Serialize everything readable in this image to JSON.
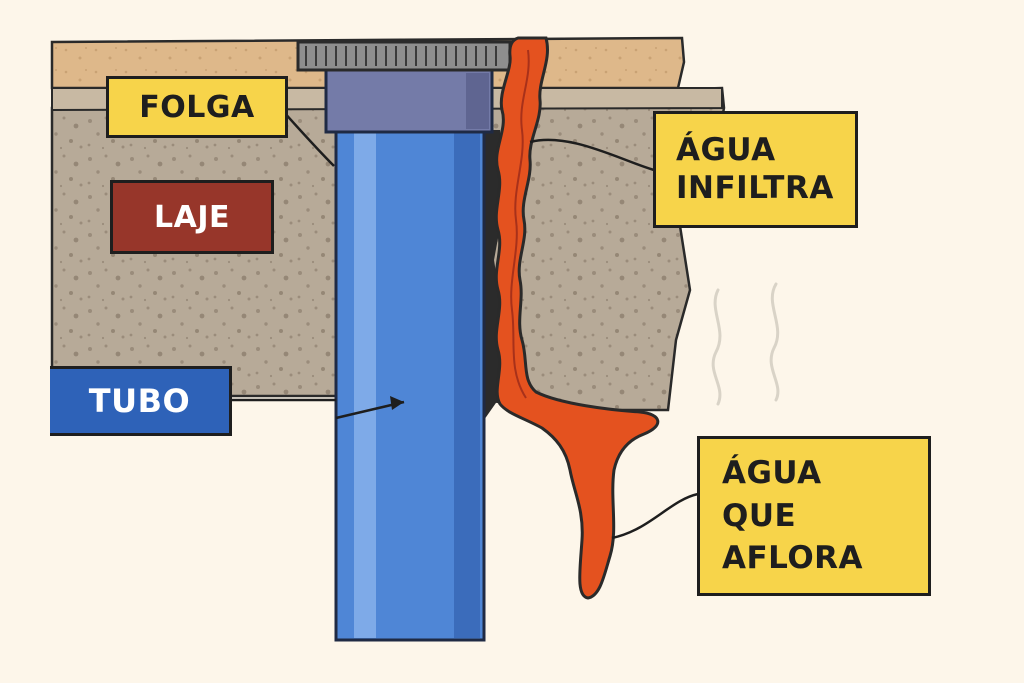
{
  "labels": {
    "folga": "FOLGA",
    "laje": "LAJE",
    "tubo": "TUBO",
    "agua_infiltra": "ÁGUA\nINFILTRA",
    "agua_que_aflora": "ÁGUA\nQUE\nAFLORA"
  },
  "colors": {
    "background": "#fdf6ea",
    "slab_concrete": "#b7aa98",
    "slab_top_layer": "#deb88a",
    "pipe_blue": "#4f86d6",
    "pipe_flange": "#747ba8",
    "water_orange": "#e4521f",
    "label_yellow": "#f7d44a",
    "label_red": "#97362a",
    "label_blue": "#2e62b8"
  }
}
